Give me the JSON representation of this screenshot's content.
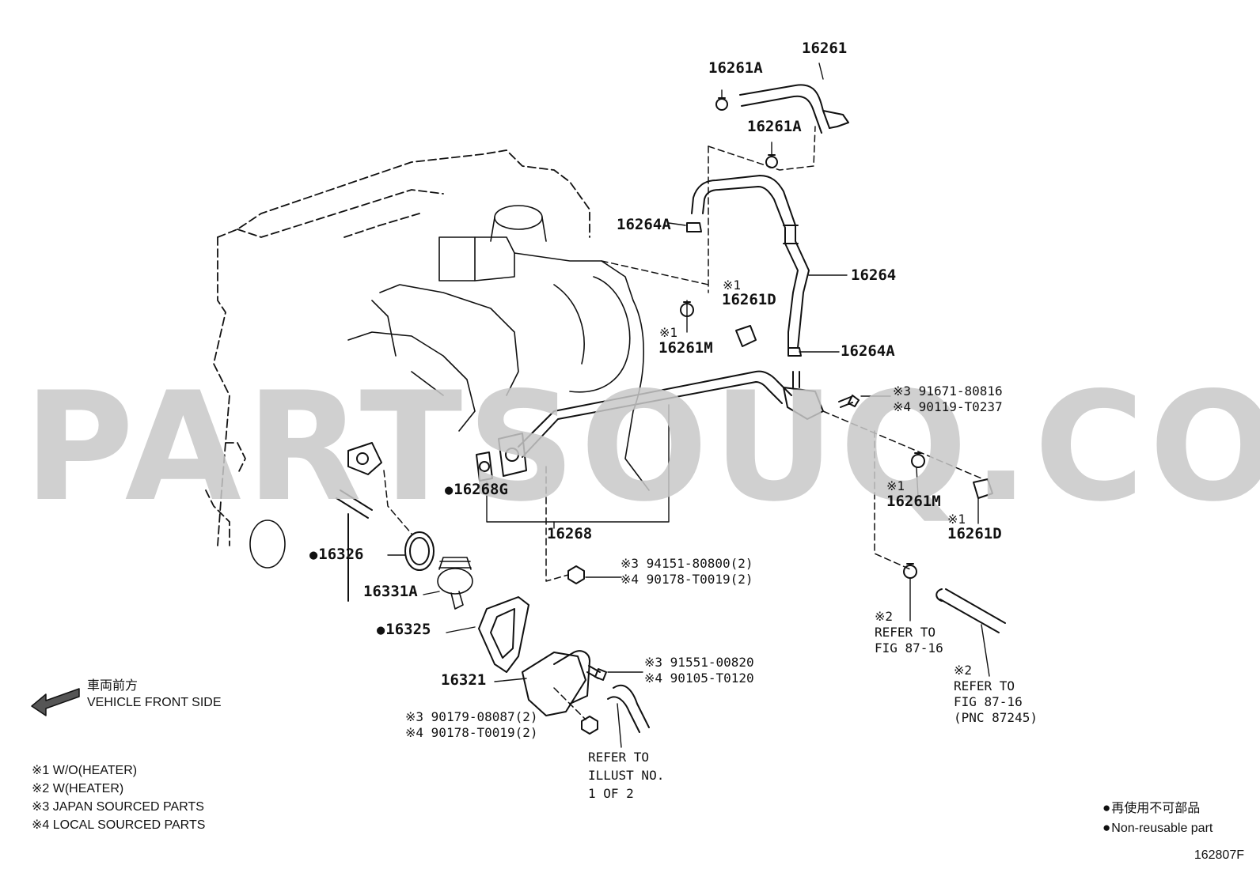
{
  "watermark": "PARTSOUQ.COM",
  "parts": {
    "p16261": "16261",
    "p16261A_top": "16261A",
    "p16261A_mid": "16261A",
    "p16264A_left": "16264A",
    "p16264": "16264",
    "p16261D_top_note": "※1",
    "p16261D_top": "16261D",
    "p16261M_left_note": "※1",
    "p16261M_left": "16261M",
    "p16264A_right": "16264A",
    "p16268G": "16268G",
    "p16268": "16268",
    "p16326": "16326",
    "p16331A": "16331A",
    "p16325": "16325",
    "p16321": "16321",
    "p16261M_right_note": "※1",
    "p16261M_right": "16261M",
    "p16261D_right_note": "※1",
    "p16261D_right": "16261D"
  },
  "callouts": {
    "bolt_a_line1": "※3 91671-80816",
    "bolt_a_line2": "※4 90119-T0237",
    "nut_a_line1": "※3 94151-80800(2)",
    "nut_a_line2": "※4 90178-T0019(2)",
    "bolt_b_line1": "※3 91551-00820",
    "bolt_b_line2": "※4 90105-T0120",
    "nut_b_line1": "※3 90179-08087(2)",
    "nut_b_line2": "※4 90178-T0019(2)",
    "ref_fig_a_line1": "※2",
    "ref_fig_a_line2": "REFER TO",
    "ref_fig_a_line3": "FIG 87-16",
    "ref_fig_b_line1": "※2",
    "ref_fig_b_line2": "REFER TO",
    "ref_fig_b_line3": "FIG 87-16",
    "ref_fig_b_line4": "(PNC 87245)",
    "ref_illust_line1": "REFER TO",
    "ref_illust_line2": "ILLUST NO.",
    "ref_illust_line3": "1 OF 2"
  },
  "direction": {
    "jp": "車両前方",
    "en": "VEHICLE FRONT SIDE"
  },
  "notes": [
    "※1 W/O(HEATER)",
    "※2 W(HEATER)",
    "※3 JAPAN SOURCED PARTS",
    "※4 LOCAL SOURCED PARTS"
  ],
  "legend": {
    "jp": "再使用不可部品",
    "en": "Non-reusable part"
  },
  "figure_number": "162807F"
}
